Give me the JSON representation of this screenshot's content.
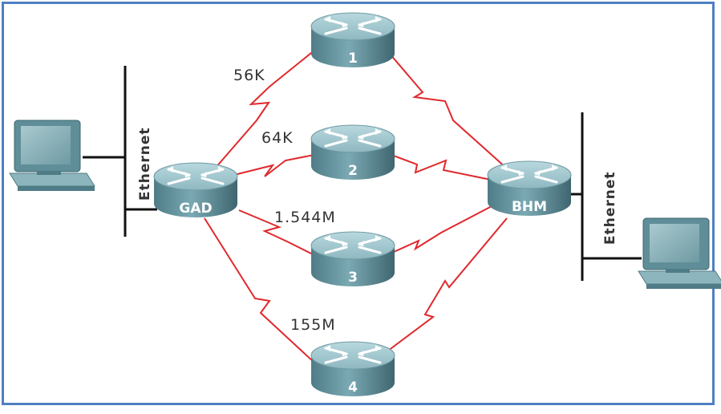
{
  "colors": {
    "link": "#e0282c",
    "router_body": "#5f8f99",
    "router_top": "#9fc6cf",
    "frame": "#4f7fc3",
    "ethernet": "#111111"
  },
  "routers": {
    "r1": "1",
    "r2": "2",
    "r3": "3",
    "r4": "4",
    "gad": "GAD",
    "bhm": "BHM"
  },
  "links": {
    "l1": "56K",
    "l2": "64K",
    "l3": "1.544M",
    "l4": "155M"
  },
  "ethernet": {
    "left": "Ethernet",
    "right": "Ethernet"
  },
  "icons": {
    "router": "router-icon",
    "computer": "computer-icon"
  }
}
